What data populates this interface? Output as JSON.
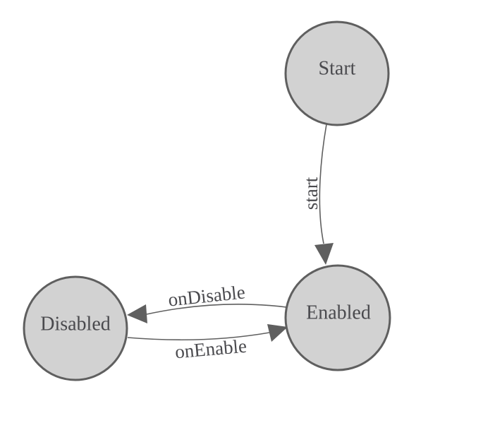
{
  "diagram": {
    "type": "state-machine",
    "colors": {
      "background": "#ffffff",
      "node_fill": "#d2d2d2",
      "node_border": "#5f5f5f",
      "edge_stroke": "#5f5f5f",
      "arrowhead_fill": "#5f5f5f",
      "label_text": "#4a4a4e"
    },
    "nodes": {
      "start": {
        "label": "Start"
      },
      "enabled": {
        "label": "Enabled"
      },
      "disabled": {
        "label": "Disabled"
      }
    },
    "edges": {
      "start_to_enabled": {
        "from": "Start",
        "to": "Enabled",
        "label": "start"
      },
      "enabled_to_disabled": {
        "from": "Enabled",
        "to": "Disabled",
        "label": "onDisable"
      },
      "disabled_to_enabled": {
        "from": "Disabled",
        "to": "Enabled",
        "label": "onEnable"
      }
    }
  }
}
